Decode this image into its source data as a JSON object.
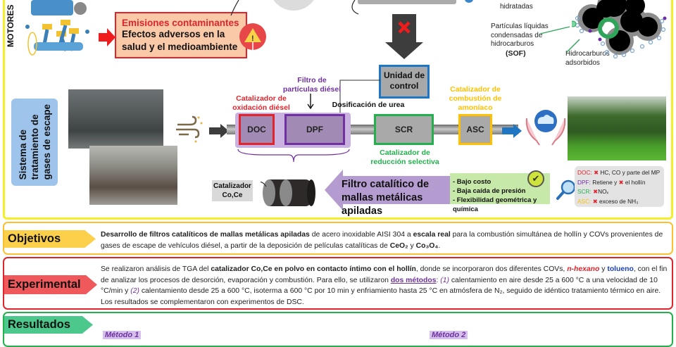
{
  "motores": {
    "label": "MOTORES",
    "emissions_title": "Emisiones contaminantes",
    "emissions_text": "Efectos adversos en la salud y el medioambiente"
  },
  "soot": {
    "hidratadas": "hidratadas",
    "sof_label": "Partículas líquidas condensadas de hidrocarburos",
    "sof_abbr": "(SOF)",
    "adsorbed": "Hidrocarburos adsorbidos"
  },
  "control_unit": "Unidad de control",
  "system_label": "Sistema de\ntratamiento de\ngases de escape",
  "pipeline": {
    "doc": {
      "abbr": "DOC",
      "name": "Catalizador de oxidación diésel",
      "color": "#e0242c"
    },
    "dpf": {
      "abbr": "DPF",
      "name": "Filtro de partículas diésel",
      "color": "#7030a0"
    },
    "urea": "Dosificación de urea",
    "scr": {
      "abbr": "SCR",
      "name": "Catalizador de reducción selectiva",
      "color": "#22b14c"
    },
    "asc": {
      "abbr": "ASC",
      "name": "Catalizador de combustión de amoníaco",
      "color": "#ffc000"
    }
  },
  "catalyst_label": "Catalizador Co,Ce",
  "filter_title": "Filtro catalítico de mallas metálicas apiladas",
  "benefits": [
    "- Bajo costo",
    "- Baja caída de presión",
    "- Flexibilidad  geométrica y química"
  ],
  "legend": [
    {
      "key": "DOC:",
      "text": "HC, CO y parte del MP",
      "mark": "✖",
      "pre": ""
    },
    {
      "key": "DPF:",
      "pre": "Retiene y ",
      "mark": "✖",
      "text": "el hollín"
    },
    {
      "key": "SCR:",
      "pre": "",
      "mark": "✖",
      "text": "NOₓ"
    },
    {
      "key": "ASC:",
      "pre": "",
      "mark": "✖",
      "text": "exceso de NH₃"
    }
  ],
  "objetivos": {
    "tag": "Objetivos",
    "b1": "Desarrollo de filtros catalíticos de mallas metálicas apiladas",
    "t1": " de acero inoxidable AISI 304 a ",
    "b2": "escala real",
    "t2": " para la combustión simultánea de hollín y COVs provenientes de gases de escape de vehículos diésel, a partir de la deposición de películas catalíticas de ",
    "b3": "CeO₂",
    "t3": " y ",
    "b4": "Co₃O₄",
    "t4": "."
  },
  "experimental": {
    "tag": "Experimental",
    "t1": "Se realizaron análisis de TGA del ",
    "b1": "catalizador Co,Ce en polvo en contacto íntimo con el hollín",
    "t2": ", donde se incorporaron dos diferentes COVs, ",
    "hexano": "n-hexano",
    "t3": " y ",
    "tolueno": "tolueno",
    "t4": ", con el fin de analizar los procesos de desorción, evaporación y combustión. Para ello, se utilizaron ",
    "metodos": "dos métodos",
    "t5": ": ",
    "n1": "(1)",
    "t6": " calentamiento en aire desde 25 a 600 °C a una velocidad de 10 °C/min y ",
    "n2": "(2)",
    "t7": " calentamiento desde 25 a 600 °C, isoterma a 600 °C por 10 min y enfriamiento hasta 25 °C en atmósfera de N₂, seguido de idéntico tratamiento térmico en aire. Los resultados se complementaron con experimentos de DSC."
  },
  "resultados": {
    "tag": "Resultados",
    "metodo1": "Método 1",
    "metodo2": "Método 2"
  }
}
